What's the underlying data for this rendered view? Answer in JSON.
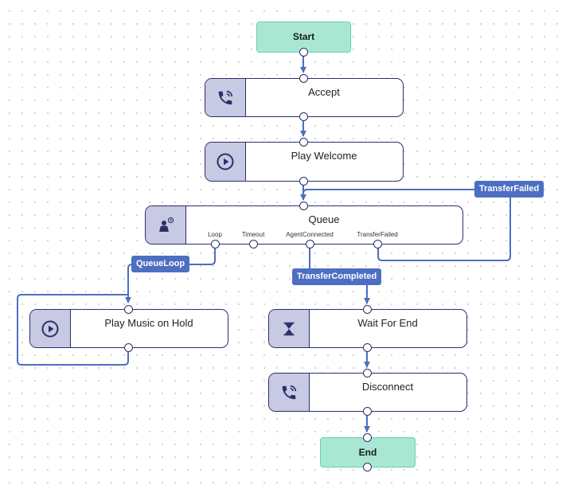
{
  "nodes": {
    "start": {
      "label": "Start"
    },
    "accept": {
      "label": "Accept",
      "icon": "phone-ringing-icon"
    },
    "play_welcome": {
      "label": "Play Welcome",
      "icon": "play-circle-icon"
    },
    "queue": {
      "label": "Queue",
      "icon": "agent-clock-icon",
      "ports": [
        "Loop",
        "Timeout",
        "AgentConnected",
        "TransferFailed"
      ]
    },
    "play_music_on_hold": {
      "label": "Play Music on Hold",
      "icon": "play-circle-icon"
    },
    "wait_for_end": {
      "label": "Wait For End",
      "icon": "hourglass-icon"
    },
    "disconnect": {
      "label": "Disconnect",
      "icon": "phone-ringing-icon"
    },
    "end": {
      "label": "End"
    }
  },
  "edge_labels": {
    "transfer_failed": "TransferFailed",
    "queue_loop": "QueueLoop",
    "transfer_completed": "TransferCompleted"
  },
  "colors": {
    "edge": "#4d6fc2",
    "node_border": "#2c2e6b",
    "icon_background": "#c8c9e2",
    "terminal_fill": "#a8e8d3",
    "label_fill": "#4d6fc2"
  }
}
